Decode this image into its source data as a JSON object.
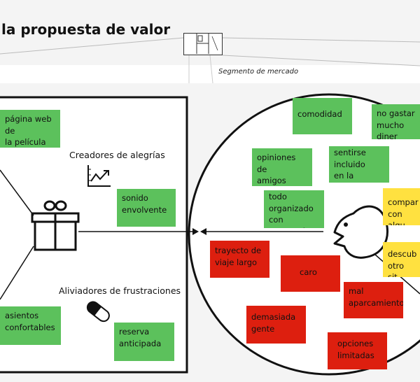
{
  "title": "la propuesta de valor",
  "segment_label": "Segmento de mercado",
  "value_map": {
    "gain_creators_label": "Creadores de alegrías",
    "pain_relievers_label": "Aliviadores de frustraciones",
    "notes": [
      {
        "text": "página web de\nla película",
        "color": "green"
      },
      {
        "text": "sonido\nenvolvente",
        "color": "green"
      },
      {
        "text": "asientos\nconfortables",
        "color": "green"
      },
      {
        "text": "reserva\nanticipada",
        "color": "green"
      }
    ]
  },
  "customer_profile": {
    "notes": [
      {
        "text": "comodidad",
        "color": "green"
      },
      {
        "text": "no gastar\nmucho diner",
        "color": "green"
      },
      {
        "text": "opiniones de\namigos",
        "color": "green"
      },
      {
        "text": "sentirse\nincluido\nen la historia",
        "color": "green"
      },
      {
        "text": "todo\norganizado\ncon antelación",
        "color": "green"
      },
      {
        "text": "compar\ncon algu",
        "color": "yellow"
      },
      {
        "text": "descub\notro sit",
        "color": "yellow"
      },
      {
        "text": "trayecto de\nviaje largo",
        "color": "red"
      },
      {
        "text": "caro",
        "color": "red"
      },
      {
        "text": "mal\naparcamiento",
        "color": "red"
      },
      {
        "text": "demasiada\ngente",
        "color": "red"
      },
      {
        "text": "opciones\nlimitadas",
        "color": "red"
      }
    ]
  },
  "colors": {
    "green": "#5cc15c",
    "red": "#dd1f0f",
    "yellow": "#ffe140",
    "line": "#111111"
  },
  "icons": [
    "gift-icon",
    "chart-up-icon",
    "pill-icon",
    "face-icon",
    "canvas-thumbnail-icon"
  ]
}
